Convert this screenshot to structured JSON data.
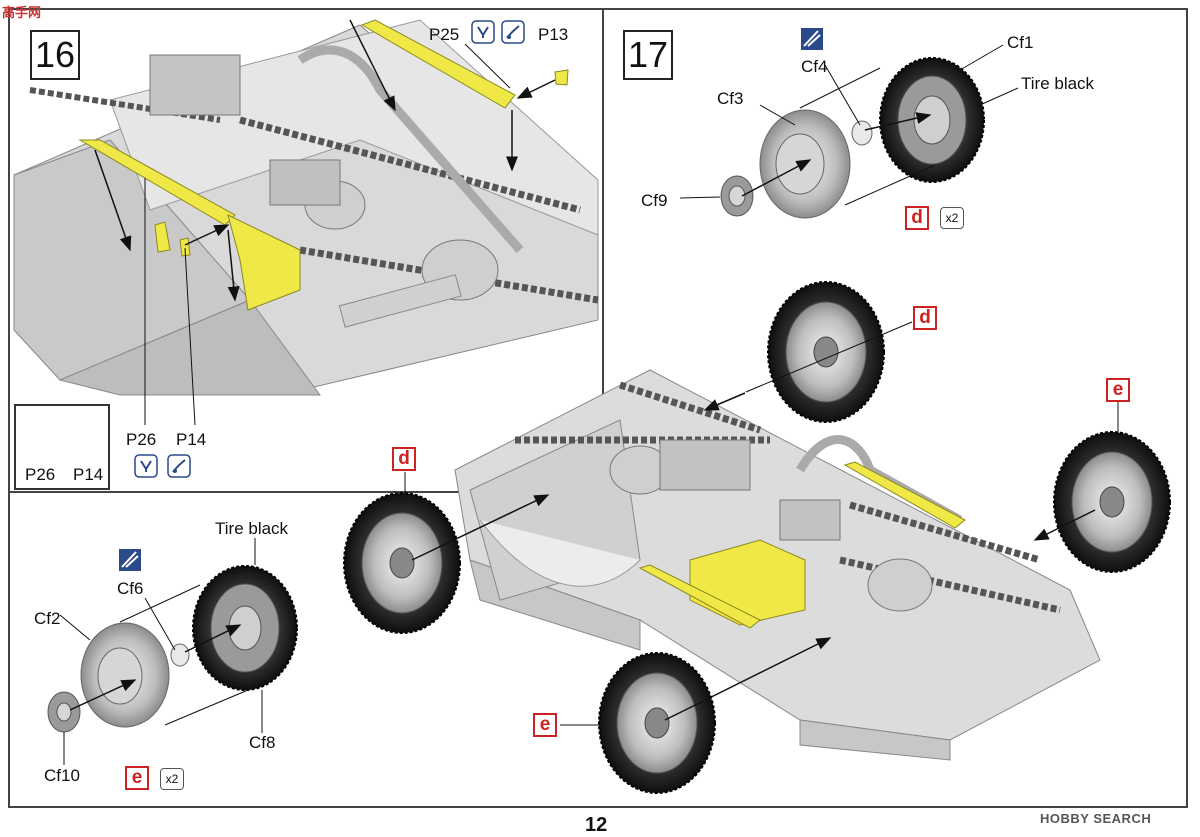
{
  "corner_logo": "高手网",
  "steps": {
    "step16": {
      "number": "16",
      "labels": {
        "p25": "P25",
        "p13": "P13",
        "p26": "P26",
        "p14": "P14",
        "inset_p26": "P26",
        "inset_p14": "P14"
      }
    },
    "step17": {
      "number": "17",
      "labels": {
        "cf1": "Cf1",
        "cf4": "Cf4",
        "cf3": "Cf3",
        "cf9": "Cf9",
        "tire_black": "Tire black",
        "tag_d": "d",
        "mult_d": "x2",
        "cf6": "Cf6",
        "cf2": "Cf2",
        "cf10": "Cf10",
        "cf8": "Cf8",
        "tire_black_2": "Tire black",
        "tag_e": "e",
        "mult_e": "x2",
        "assembly_d_front": "d",
        "assembly_d_left": "d",
        "assembly_e_right": "e",
        "assembly_e_bottom": "e"
      }
    }
  },
  "page_number": "12",
  "watermark": "HOBBY SEARCH",
  "colors": {
    "highlight_yellow": "#f0e846",
    "frame_gray": "#d8d8d8",
    "tire_black": "#1a1a1a",
    "tag_red": "#cc2222",
    "icon_blue": "#2a4a8a"
  },
  "icons": [
    "apply-glue-icon",
    "bend-part-icon",
    "paint-brush-icon"
  ]
}
